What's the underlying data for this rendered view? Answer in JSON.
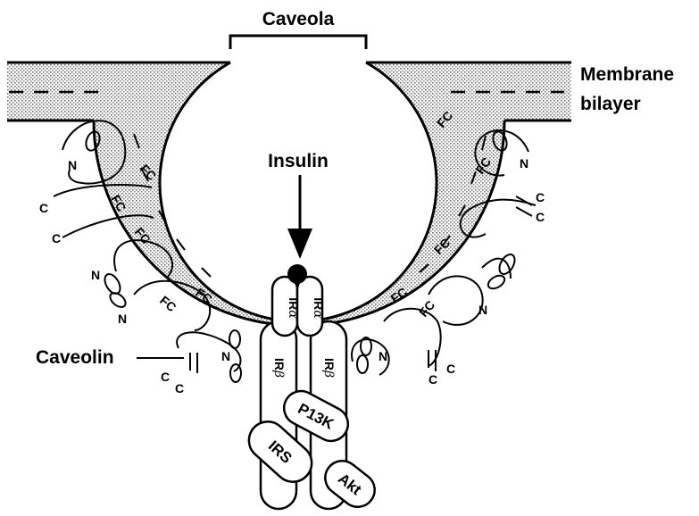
{
  "labels": {
    "caveola": "Caveola",
    "membrane_line1": "Membrane",
    "membrane_line2": "bilayer",
    "insulin": "Insulin",
    "caveolin": "Caveolin",
    "fc": "FC",
    "n": "N",
    "c": "C",
    "ir_alpha_prefix": "IR",
    "ir_alpha_symbol": "α",
    "ir_beta_prefix": "IR",
    "ir_beta_symbol": "β",
    "p13k": "P13K",
    "irs": "IRS",
    "akt": "Akt"
  },
  "colors": {
    "stroke": "#000000",
    "background": "#ffffff",
    "stipple": "#b5b5b5"
  }
}
